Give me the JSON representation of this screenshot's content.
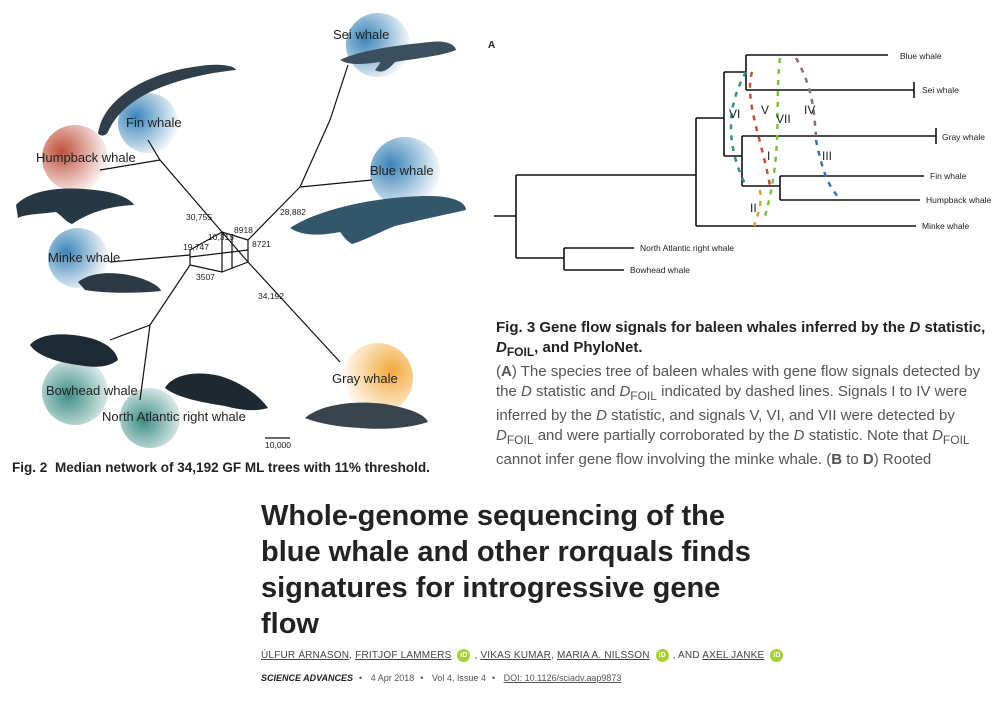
{
  "fig2": {
    "whales": {
      "sei": "Sei whale",
      "fin": "Fin whale",
      "humpback": "Humpback whale",
      "blue": "Blue whale",
      "minke": "Minke whale",
      "bowhead": "Bowhead whale",
      "narw": "North Atlantic right whale",
      "gray": "Gray whale"
    },
    "edge_labels": {
      "e1": "30,755",
      "e2": "10,315",
      "e3": "8918",
      "e4": "8721",
      "e5": "19,747",
      "e6": "3507",
      "e7": "28,882",
      "e8": "34,192"
    },
    "scale": "10,000",
    "caption_fig": "Fig. 2",
    "caption_text": "Median network of 34,192 GF ML trees with 11% threshold.",
    "colors": {
      "blue": "#3b84b8",
      "red": "#c0503b",
      "teal": "#3e8e86",
      "orange": "#f2a93b"
    }
  },
  "fig3": {
    "panel": "A",
    "taxa": {
      "blue": "Blue whale",
      "sei": "Sei whale",
      "gray": "Gray whale",
      "fin": "Fin whale",
      "humpback": "Humpback whale",
      "minke": "Minke whale",
      "narw": "North Atlantic right whale",
      "bowhead": "Bowhead whale"
    },
    "signals": {
      "s1": "I",
      "s2": "II",
      "s3": "III",
      "s4": "IV",
      "s5": "V",
      "s6": "VI",
      "s7": "VII"
    },
    "caption": {
      "fig": "Fig. 3",
      "head1": "Gene flow signals for baleen whales inferred by the",
      "d": "D",
      "head2": "statistic,",
      "dfoil": "D",
      "foil": "FOIL",
      "head3": ", and PhyloNet.",
      "body_a": "A",
      "body1": ") The species tree of baleen whales with gene flow signals detected by the",
      "body2": "statistic and",
      "body3": "indicated by dashed lines. Signals I to IV were inferred by the",
      "body4": "statistic, and signals V, VI, and VII were detected by",
      "body5": "and were partially corroborated by the",
      "body6": "statistic. Note that",
      "body7": "cannot infer gene flow involving the minke whale. (",
      "b": "B",
      "to": "to",
      "dd": "D",
      "rooted": ") Rooted"
    }
  },
  "article": {
    "title": "Whole-genome sequencing of the blue whale and other rorquals finds signatures for introgressive gene flow",
    "authors": [
      "ÚLFUR ÁRNASON",
      "FRITJOF LAMMERS",
      "VIKAS KUMAR",
      "MARIA A. NILSSON",
      "AXEL JANKE"
    ],
    "and": "AND",
    "orcid": "iD",
    "journal": "SCIENCE ADVANCES",
    "date": "4 Apr 2018",
    "volume": "Vol 4, Issue 4",
    "doi": "DOI: 10.1126/sciadv.aap9873"
  }
}
